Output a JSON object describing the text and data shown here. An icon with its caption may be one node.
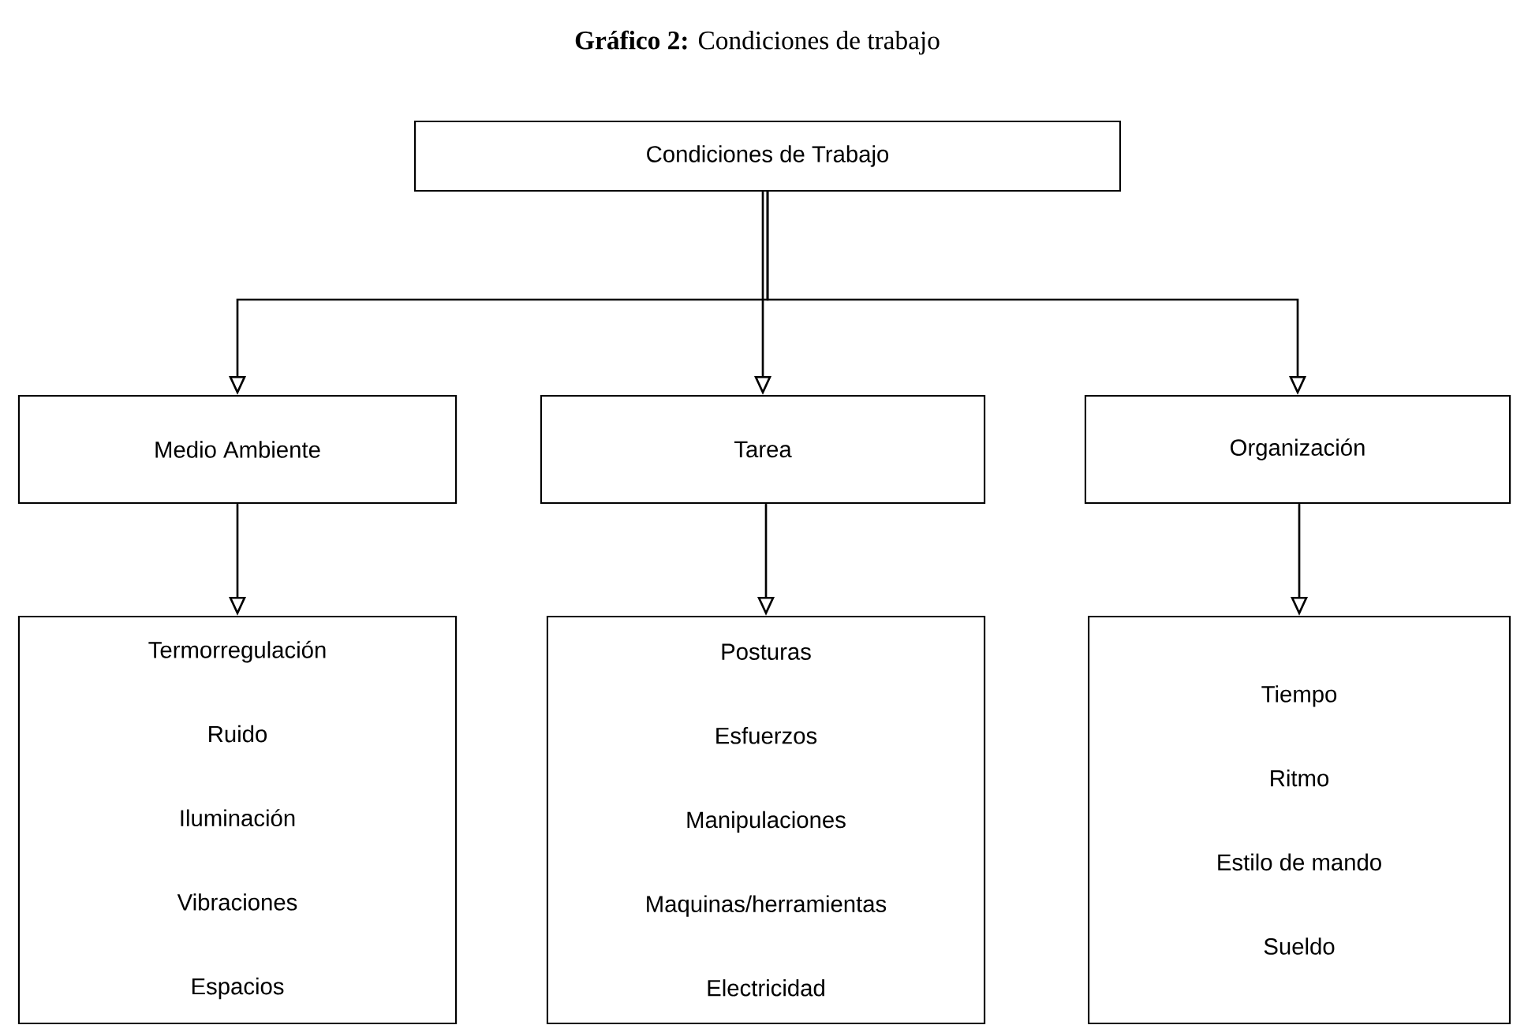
{
  "diagram": {
    "title": "**Gráfico 2:** Condiciones de trabajo",
    "nodes": [
      {
        "text": [
          "Condiciones de Trabajo"
        ]
      },
      {
        "text": [
          "Medio Ambiente"
        ]
      },
      {
        "text": [
          "Tarea"
        ]
      },
      {
        "text": [
          "Organización"
        ]
      },
      {
        "text": [
          "Termorregulación",
          "Ruido",
          "Iluminación",
          "Vibraciones",
          "Espacios"
        ]
      },
      {
        "text": [
          "Posturas",
          "Esfuerzos",
          "Manipulaciones",
          "Maquinas/herramientas",
          "Electricidad"
        ]
      },
      {
        "text": [
          "Tiempo",
          "Ritmo",
          "Estilo de mando",
          "Sueldo"
        ]
      }
    ],
    "edges": [
      {
        "from": 0,
        "to": 1,
        "arrow": "to"
      },
      {
        "from": 0,
        "to": 2,
        "arrow": "to"
      },
      {
        "from": 0,
        "to": 3,
        "arrow": "to"
      },
      {
        "from": 1,
        "to": 4,
        "arrow": "to"
      },
      {
        "from": 2,
        "to": 5,
        "arrow": "to"
      },
      {
        "from": 3,
        "to": 6,
        "arrow": "to"
      }
    ]
  }
}
